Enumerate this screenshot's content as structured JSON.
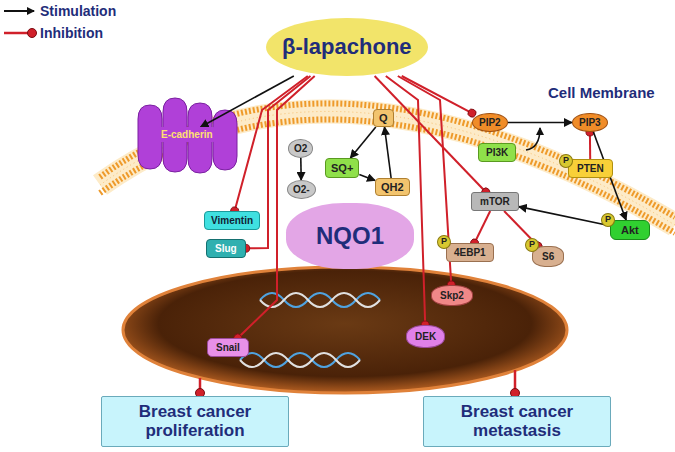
{
  "diagram": {
    "nodes": [
      {
        "text": [
          "β-lapachone"
        ]
      },
      {
        "text": [
          "E-cadherin"
        ]
      },
      {
        "text": [
          "Q"
        ]
      },
      {
        "text": [
          "O2"
        ]
      },
      {
        "text": [
          "SQ+"
        ]
      },
      {
        "text": [
          "O2-"
        ]
      },
      {
        "text": [
          "QH2"
        ]
      },
      {
        "text": [
          "NQO1"
        ]
      },
      {
        "text": [
          "Vimentin"
        ]
      },
      {
        "text": [
          "Slug"
        ]
      },
      {
        "text": [
          "PIP2"
        ]
      },
      {
        "text": [
          "PIP3"
        ]
      },
      {
        "text": [
          "PI3K"
        ]
      },
      {
        "text": [
          "PTEN"
        ]
      },
      {
        "text": [
          "P"
        ],
        "in": 13
      },
      {
        "text": [
          "mTOR"
        ]
      },
      {
        "text": [
          "Akt"
        ]
      },
      {
        "text": [
          "P"
        ],
        "in": 16
      },
      {
        "text": [
          "4EBP1"
        ]
      },
      {
        "text": [
          "P"
        ],
        "in": 18
      },
      {
        "text": [
          "S6"
        ]
      },
      {
        "text": [
          "P"
        ],
        "in": 20
      },
      {
        "text": [
          "Snail"
        ]
      },
      {
        "text": [
          "Skp2"
        ]
      },
      {
        "text": [
          "DEK"
        ]
      },
      {
        "text": [
          "Breast cancer proliferation"
        ]
      },
      {
        "text": [
          "Breast cancer metastasis"
        ]
      }
    ],
    "edges": [
      {
        "from": 0,
        "to": 1,
        "arrow": "to"
      },
      {
        "from": 2,
        "to": 4,
        "arrow": "to"
      },
      {
        "from": 4,
        "to": 6,
        "arrow": "to"
      },
      {
        "from": 6,
        "to": 2,
        "arrow": "to"
      },
      {
        "from": 3,
        "to": 5,
        "arrow": "to"
      },
      {
        "from": 0,
        "to": 8,
        "arrow": "to"
      },
      {
        "from": 0,
        "to": 9,
        "arrow": "to"
      },
      {
        "from": 0,
        "to": 22,
        "arrow": "to"
      },
      {
        "from": 0,
        "to": 23,
        "arrow": "to"
      },
      {
        "from": 0,
        "to": 24,
        "arrow": "to"
      },
      {
        "from": 0,
        "to": 10,
        "arrow": "to"
      },
      {
        "from": 0,
        "to": 15,
        "arrow": "to"
      },
      {
        "from": 10,
        "to": 11,
        "arrow": "to"
      },
      {
        "from": 13,
        "to": 11,
        "arrow": "to"
      },
      {
        "from": 11,
        "to": 16,
        "arrow": "to"
      },
      {
        "from": 16,
        "to": 15,
        "arrow": "to"
      },
      {
        "from": 15,
        "to": 18,
        "arrow": "to"
      },
      {
        "from": 15,
        "to": 20,
        "arrow": "to"
      }
    ],
    "labels": [
      "Cell Membrane"
    ],
    "legend": [
      {
        "text": "Stimulation"
      },
      {
        "text": "Inhibition"
      }
    ]
  }
}
